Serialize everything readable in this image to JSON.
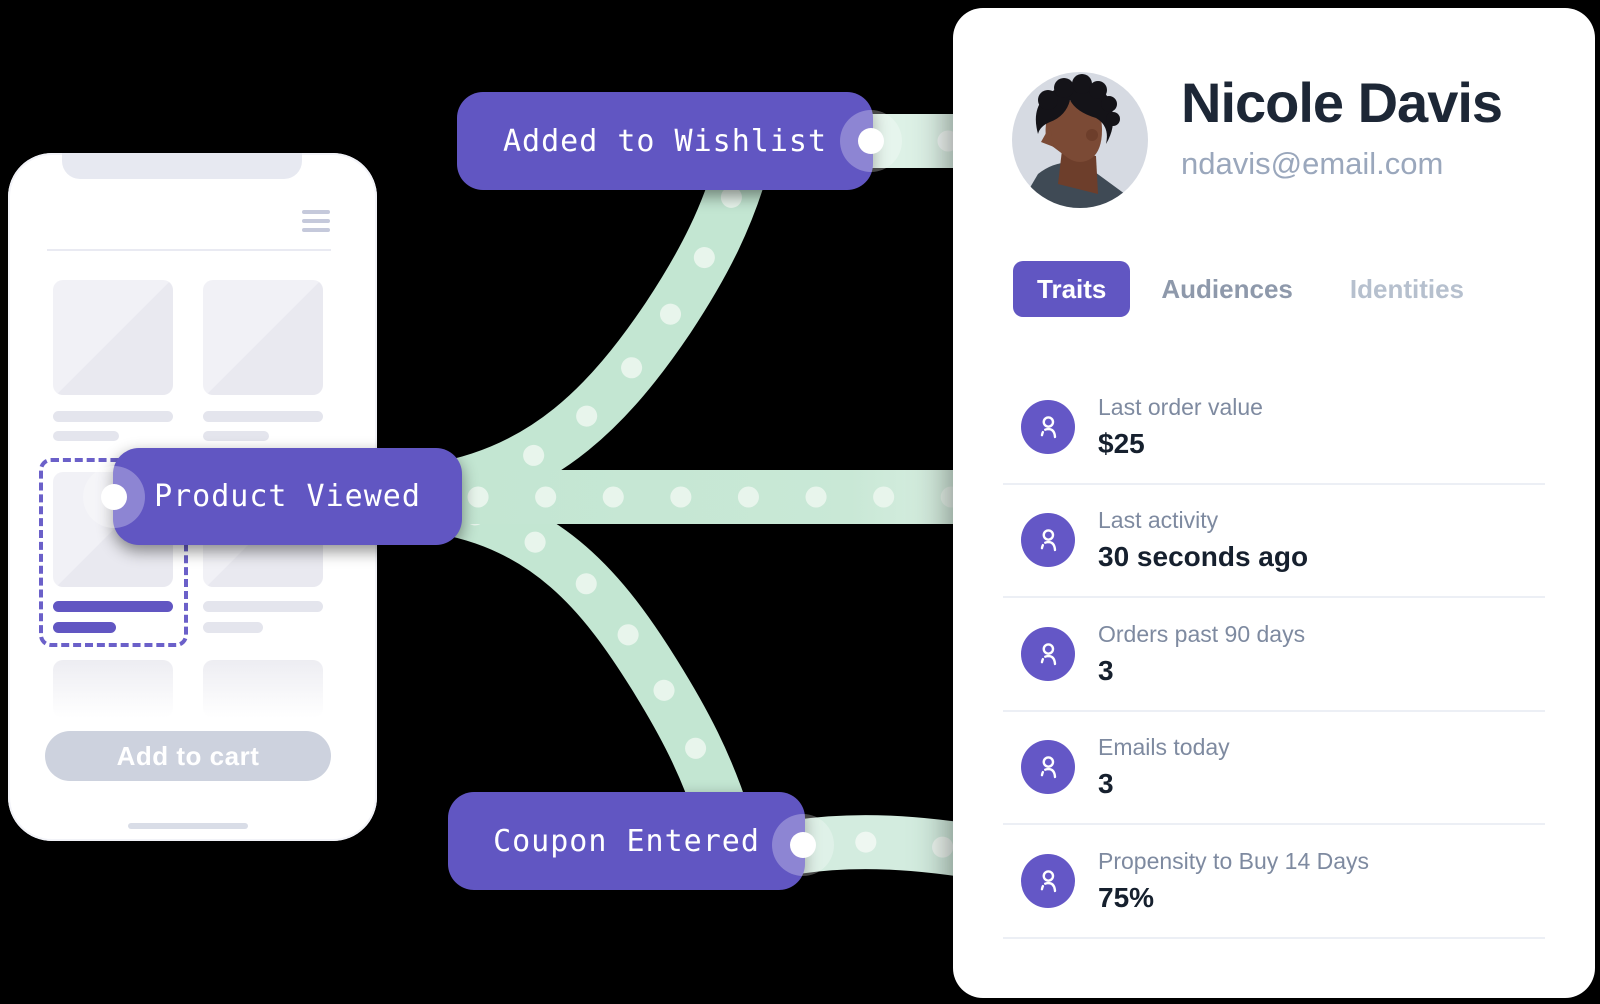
{
  "flow": {
    "events": [
      {
        "label": "Added to Wishlist"
      },
      {
        "label": "Product Viewed"
      },
      {
        "label": "Coupon Entered"
      }
    ]
  },
  "phone": {
    "add_to_cart": "Add to cart"
  },
  "profile": {
    "name": "Nicole Davis",
    "email": "ndavis@email.com",
    "tabs": [
      {
        "label": "Traits",
        "active": true
      },
      {
        "label": "Audiences",
        "active": false
      },
      {
        "label": "Identities",
        "active": false
      }
    ],
    "traits": [
      {
        "label": "Last order value",
        "value": "$25"
      },
      {
        "label": "Last activity",
        "value": "30 seconds ago"
      },
      {
        "label": "Orders past 90 days",
        "value": "3"
      },
      {
        "label": "Emails today",
        "value": "3"
      },
      {
        "label": "Propensity to Buy 14 Days",
        "value": "75%"
      }
    ]
  },
  "icons": {
    "menu": "hamburger-menu",
    "trait": "user-outline",
    "connector_dot": "white-dot"
  },
  "colors": {
    "background": "#000000",
    "accent_purple": "#6156c2",
    "band_green": "#c3e6d2",
    "band_green_light": "#ddf1e6",
    "band_dot": "#e8f5ec",
    "name_text": "#1d2736",
    "muted_text": "#7e8aa0"
  }
}
